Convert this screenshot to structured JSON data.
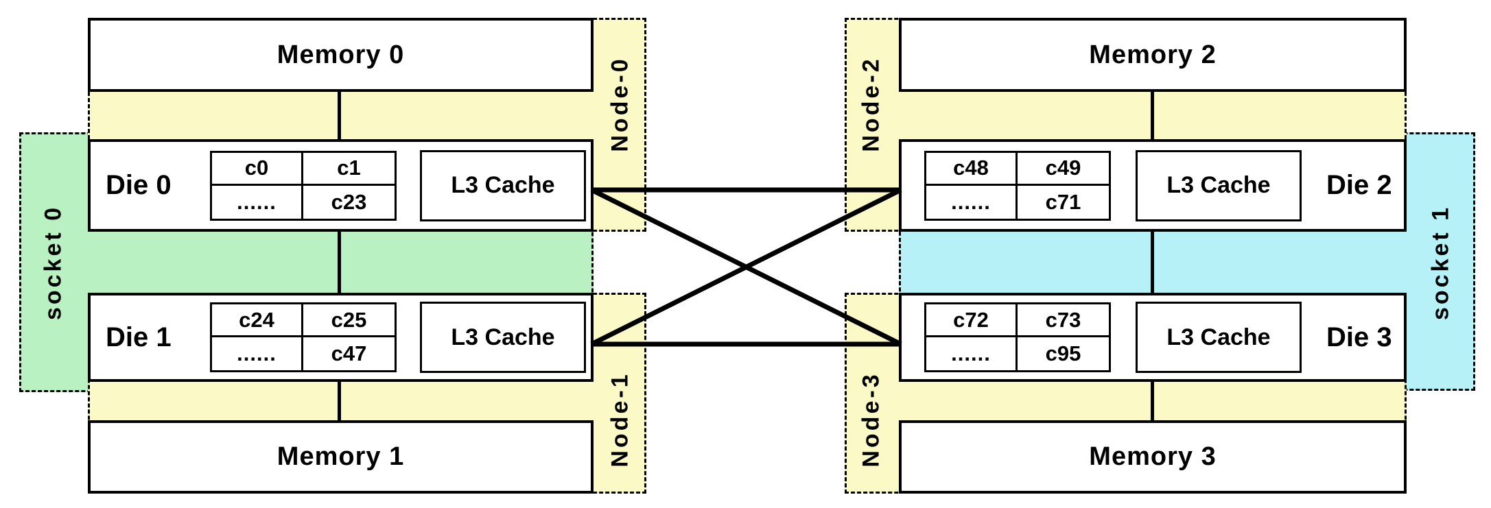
{
  "colors": {
    "socket_green": "#B9F1C3",
    "socket_cyan": "#B6F1F7",
    "node_yellow": "#FBF9C6",
    "line_black": "#000000",
    "box_white": "#FFFFFF"
  },
  "sockets": [
    {
      "label": "socket 0"
    },
    {
      "label": "socket 1"
    }
  ],
  "nodes": [
    {
      "label": "Node-0"
    },
    {
      "label": "Node-1"
    },
    {
      "label": "Node-2"
    },
    {
      "label": "Node-3"
    }
  ],
  "memories": [
    {
      "label": "Memory 0"
    },
    {
      "label": "Memory 1"
    },
    {
      "label": "Memory 2"
    },
    {
      "label": "Memory 3"
    }
  ],
  "dies": [
    {
      "label": "Die 0",
      "cores": [
        "c0",
        "c1",
        "......",
        "c23"
      ],
      "cache_label": "L3 Cache"
    },
    {
      "label": "Die 1",
      "cores": [
        "c24",
        "c25",
        "......",
        "c47"
      ],
      "cache_label": "L3 Cache"
    },
    {
      "label": "Die 2",
      "cores": [
        "c48",
        "c49",
        "......",
        "c71"
      ],
      "cache_label": "L3 Cache"
    },
    {
      "label": "Die 3",
      "cores": [
        "c72",
        "c73",
        "......",
        "c95"
      ],
      "cache_label": "L3 Cache"
    }
  ]
}
